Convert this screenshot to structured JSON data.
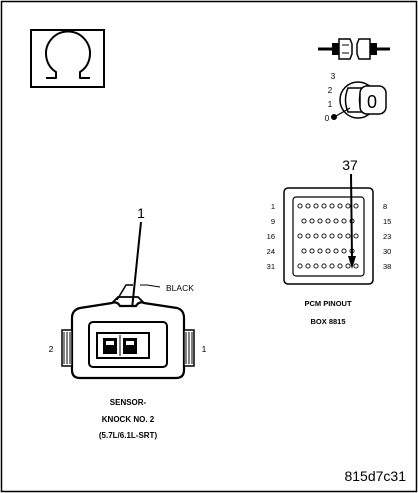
{
  "symbols": {
    "ohmmeter_icon": "ohmmeter-icon",
    "connector_icon": "disconnect-connector-icon",
    "ignition_icon": "ignition-key-off-icon"
  },
  "ignition": {
    "pos3": "3",
    "pos2": "2",
    "pos1": "1",
    "pos0": "0",
    "key_label": "0"
  },
  "sensor_connector": {
    "pin_callout": "1",
    "wire_color": "BLACK",
    "left_pin": "2",
    "right_pin": "1",
    "caption_line1": "SENSOR-",
    "caption_line2": "KNOCK NO. 2",
    "caption_line3": "(5.7L/6.1L-SRT)"
  },
  "pcm": {
    "pin_callout": "37",
    "row_starts": [
      "1",
      "9",
      "16",
      "24",
      "31"
    ],
    "row_ends": [
      "8",
      "15",
      "23",
      "30",
      "38"
    ],
    "caption_line1": "PCM PINOUT",
    "caption_line2": "BOX 8815"
  },
  "figure_id": "815d7c31"
}
